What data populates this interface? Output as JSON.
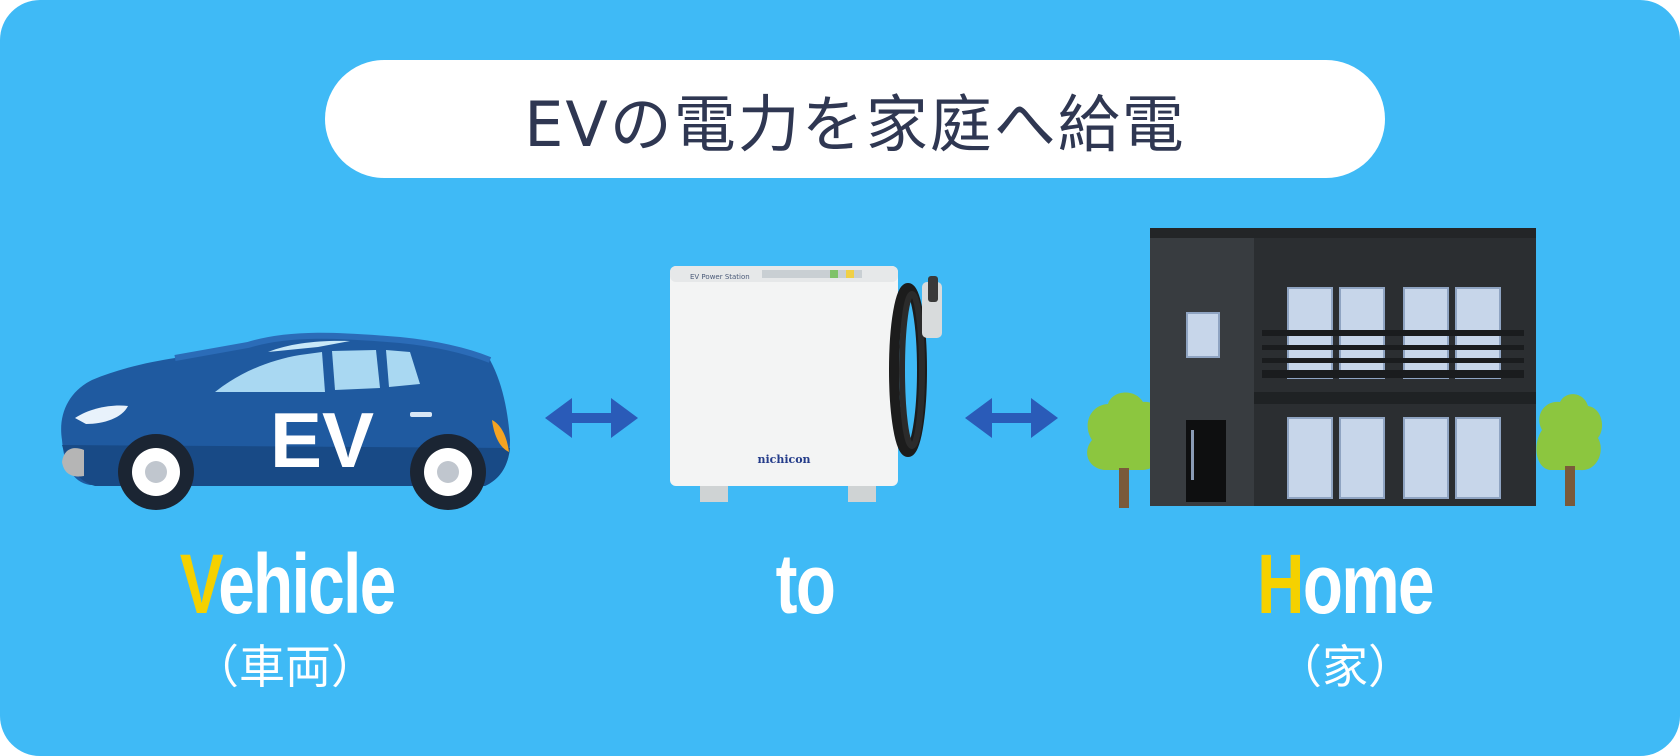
{
  "title": "EVの電力を家庭へ給電",
  "car": {
    "badge": "EV"
  },
  "charger": {
    "panel_label": "EV Power Station",
    "brand": "nichicon"
  },
  "labels": {
    "vehicle": {
      "initial": "V",
      "rest": "ehicle",
      "sub": "（車両）"
    },
    "to": {
      "text": "to"
    },
    "home": {
      "initial": "H",
      "rest": "ome",
      "sub": "（家）"
    }
  },
  "colors": {
    "background": "#3fbaf6",
    "accent_initial": "#f5d100",
    "arrow": "#2a5bb8",
    "car_body": "#1f5aa0",
    "house": "#35393d",
    "tree": "#8cc63f"
  }
}
